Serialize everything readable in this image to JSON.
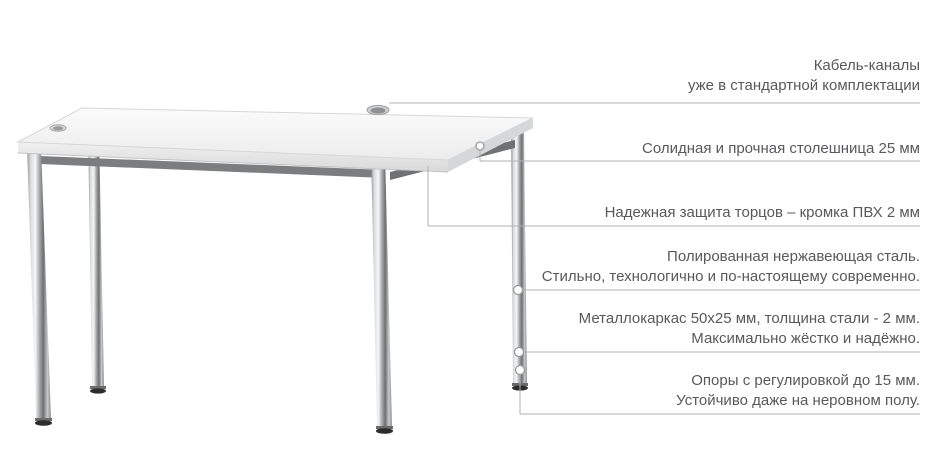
{
  "callouts": [
    {
      "id": "cable-channels",
      "lines": [
        "Кабель-каналы",
        "уже в стандартной комплектации"
      ]
    },
    {
      "id": "tabletop",
      "lines": [
        "Солидная и прочная столешница 25 мм"
      ]
    },
    {
      "id": "pvc-edge",
      "lines": [
        "Надежная защита торцов – кромка ПВХ 2 мм"
      ]
    },
    {
      "id": "stainless-steel",
      "lines": [
        "Полированная нержавеющая сталь.",
        "Стильно, технологично и по-настоящему современно."
      ]
    },
    {
      "id": "metal-frame",
      "lines": [
        "Металлокаркас 50х25 мм, толщина стали - 2 мм.",
        "Максимально жёстко и надёжно."
      ]
    },
    {
      "id": "adjustable-feet",
      "lines": [
        "Опоры с регулировкой до 15 мм.",
        "Устойчиво даже на неровном полу."
      ]
    }
  ],
  "colors": {
    "background": "#ffffff",
    "text": "#59595b",
    "callout_line": "#b2b2b2",
    "tabletop": "#f4f4f4",
    "chrome_leg": "#a7a9ab"
  }
}
